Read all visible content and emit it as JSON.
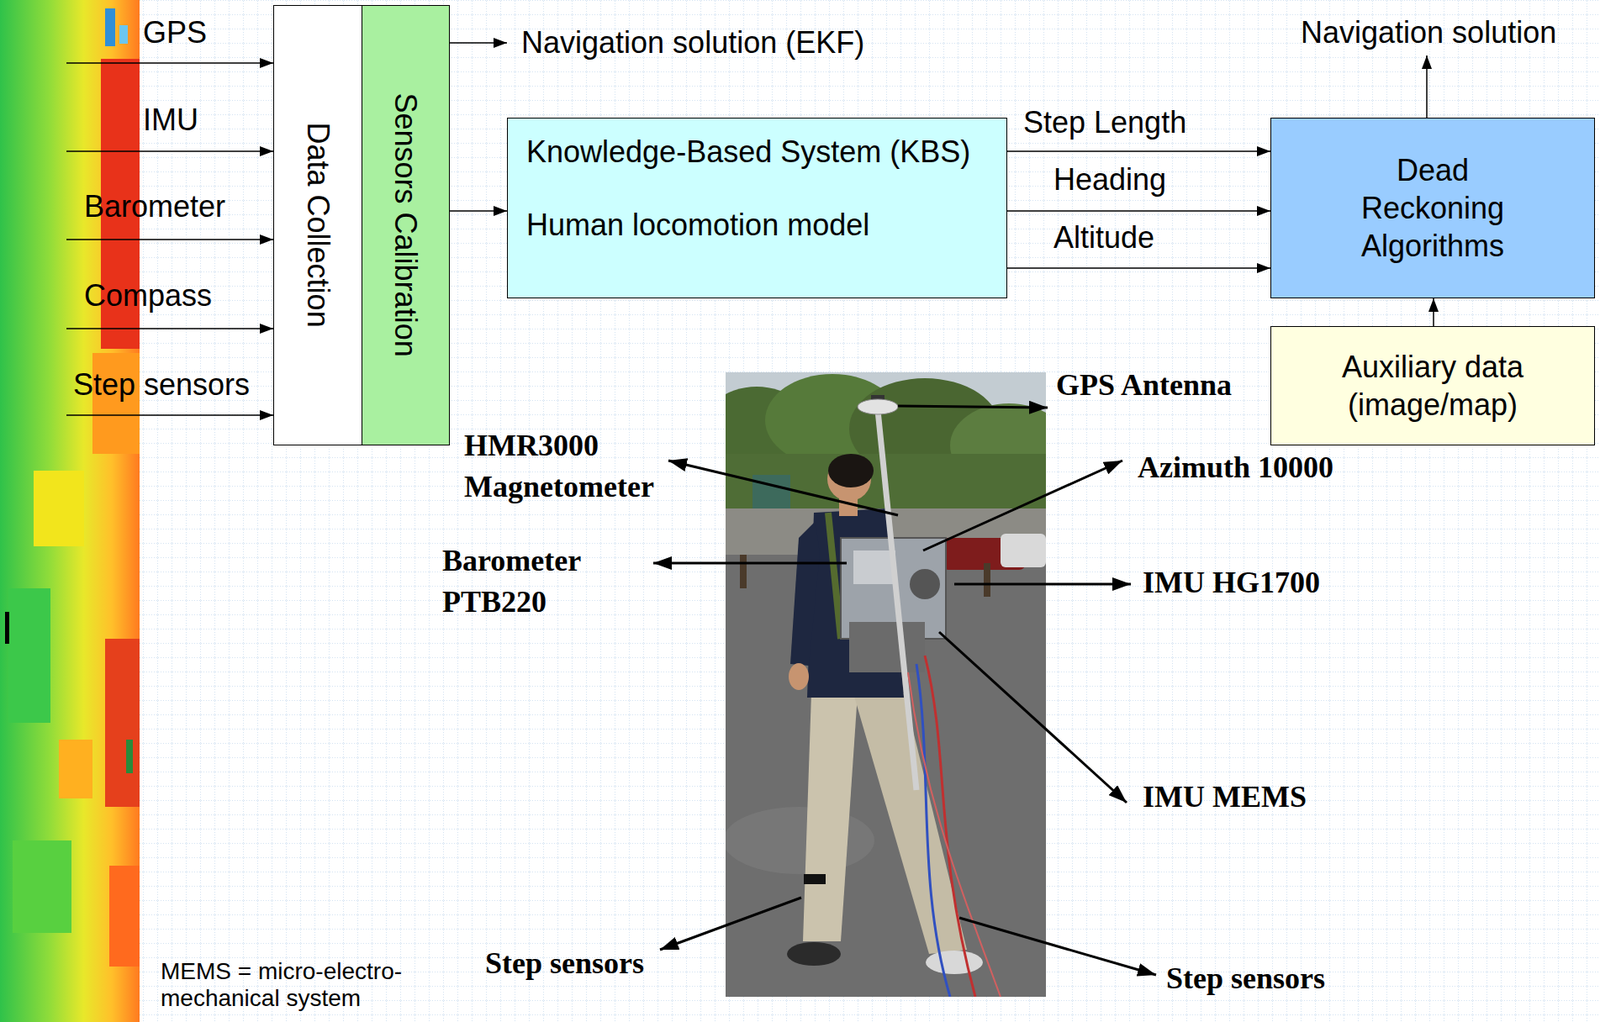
{
  "diagram": {
    "nodes": [
      {
        "text": [
          "Data Collection"
        ]
      },
      {
        "text": [
          "Sensors Calibration"
        ]
      },
      {
        "text": [
          "Knowledge-Based System (KBS)",
          "Human locomotion model"
        ]
      },
      {
        "text": [
          "Dead Reckoning Algorithms"
        ]
      },
      {
        "text": [
          "Auxiliary data (image/map)"
        ]
      }
    ],
    "edges": [
      {
        "from": 1,
        "to": 2,
        "arrow": "to"
      },
      {
        "from": 2,
        "to": 3,
        "label": "Step Length",
        "arrow": "to"
      },
      {
        "from": 2,
        "to": 3,
        "label": "Heading",
        "arrow": "to"
      },
      {
        "from": 2,
        "to": 3,
        "label": "Altitude",
        "arrow": "to"
      },
      {
        "from": 4,
        "to": 3,
        "arrow": "to"
      }
    ],
    "labels": [
      "GPS",
      "IMU",
      "Barometer",
      "Compass",
      "Step sensors",
      "Navigation solution (EKF)",
      "Navigation solution",
      "GPS Antenna",
      "HMR3000 Magnetometer",
      "Azimuth 10000",
      "Barometer PTB220",
      "IMU HG1700",
      "IMU MEMS",
      "Step sensors",
      "Step sensors",
      "MEMS = micro-electro-mechanical system"
    ]
  }
}
